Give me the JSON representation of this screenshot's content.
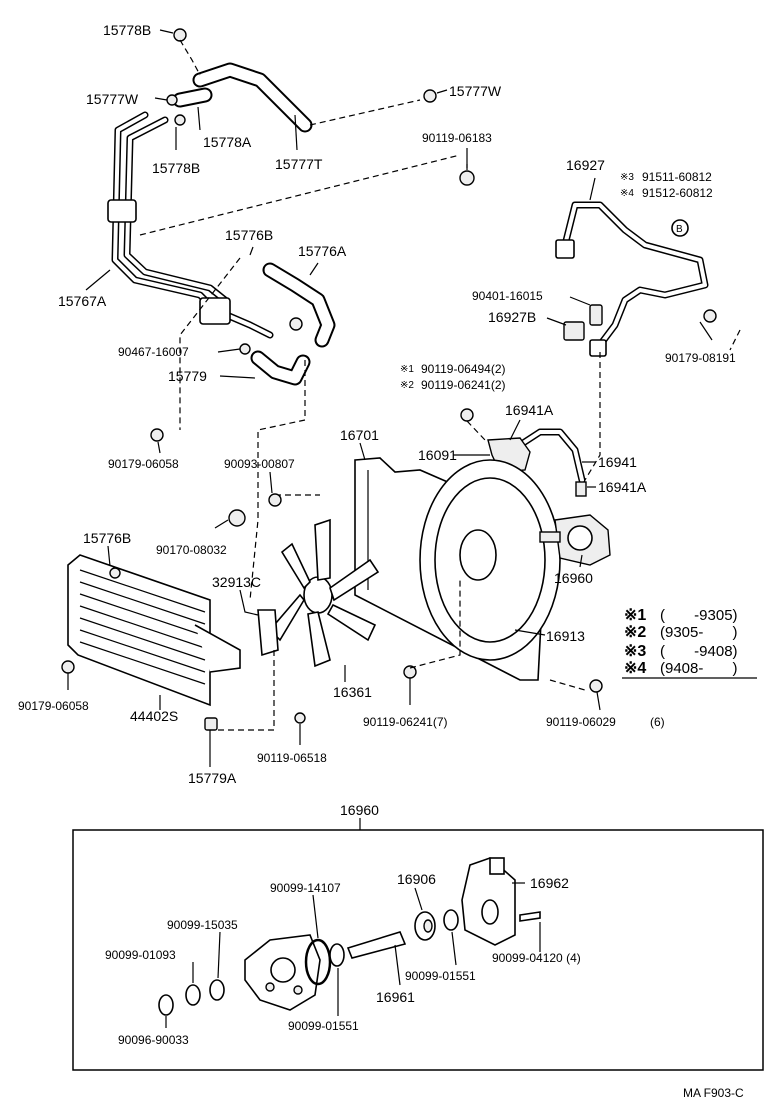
{
  "diagram": {
    "labels": {
      "p15778B_top": "15778B",
      "p15777W_left": "15777W",
      "p15777W_right": "15777W",
      "p15778A": "15778A",
      "p15778B_mid": "15778B",
      "p15777T": "15777T",
      "p90119_06183": "90119-06183",
      "p16927": "16927",
      "p91511": "91511-60812",
      "p91512": "91512-60812",
      "note3_mark": "※3",
      "note4_mark": "※4",
      "ref_b": "B",
      "p15776B_top": "15776B",
      "p15776A": "15776A",
      "p15767A": "15767A",
      "p90401": "90401-16015",
      "p16927B": "16927B",
      "p90467": "90467-16007",
      "p15779": "15779",
      "p90179_08191": "90179-08191",
      "p90119_06494": "90119-06494(2)",
      "p90119_06241_2": "90119-06241(2)",
      "note1_mark": "※1",
      "note2_mark": "※2",
      "p16941A_top": "16941A",
      "p16701": "16701",
      "p16091": "16091",
      "p16941": "16941",
      "p16941A_bot": "16941A",
      "p90179_06058_top": "90179-06058",
      "p90093": "90093-00807",
      "p90170": "90170-08032",
      "p15776B_mid": "15776B",
      "p16960_mid": "16960",
      "p32913C": "32913C",
      "p16913": "16913",
      "p90179_06058_bot": "90179-06058",
      "p16361": "16361",
      "p90119_06241_7": "90119-06241(7)",
      "p90119_06029": "90119-06029",
      "p90119_06029_qty": "(6)",
      "p44402S": "44402S",
      "p90119_06518": "90119-06518",
      "p15779A": "15779A",
      "p16960_box": "16960",
      "p90099_14107": "90099-14107",
      "p16906": "16906",
      "p16962": "16962",
      "p90099_15035": "90099-15035",
      "p90099_01093": "90099-01093",
      "p90099_01551_a": "90099-01551",
      "p16961": "16961",
      "p90099_04120": "90099-04120 (4)",
      "p90096": "90096-90033",
      "p90099_01551_b": "90099-01551"
    },
    "legend": [
      {
        "mark": "※1",
        "range": "(       -9305)"
      },
      {
        "mark": "※2",
        "range": "(9305-       )"
      },
      {
        "mark": "※3",
        "range": "(       -9408)"
      },
      {
        "mark": "※4",
        "range": "(9408-       )"
      }
    ],
    "footer": "MA F903-C"
  }
}
